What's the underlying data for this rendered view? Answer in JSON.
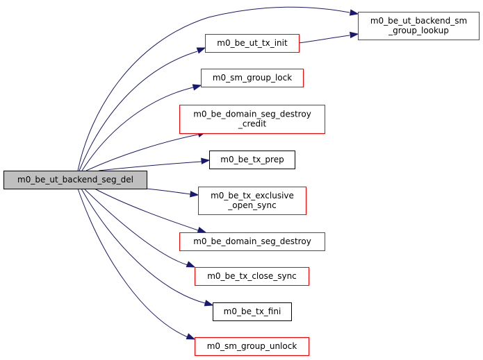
{
  "diagram": {
    "type": "call-graph",
    "colors": {
      "root_fill": "#bfbfbf",
      "root_border": "#000000",
      "node_fill": "#ffffff",
      "linked_border": "#ff0000",
      "plain_border": "#000000",
      "edge": "#191970"
    },
    "root": {
      "id": "root",
      "label_lines": [
        "m0_be_ut_backend_seg_del"
      ]
    },
    "nodes": [
      {
        "id": "sm_group_lookup",
        "label_lines": [
          "m0_be_ut_backend_sm",
          "_group_lookup"
        ],
        "border": "red"
      },
      {
        "id": "tx_init",
        "label_lines": [
          "m0_be_ut_tx_init"
        ],
        "border": "red"
      },
      {
        "id": "sm_group_lock",
        "label_lines": [
          "m0_sm_group_lock"
        ],
        "border": "red"
      },
      {
        "id": "domain_seg_destroy_credit",
        "label_lines": [
          "m0_be_domain_seg_destroy",
          "_credit"
        ],
        "border": "red"
      },
      {
        "id": "tx_prep",
        "label_lines": [
          "m0_be_tx_prep"
        ],
        "border": "black"
      },
      {
        "id": "tx_exclusive_open_sync",
        "label_lines": [
          "m0_be_tx_exclusive",
          "_open_sync"
        ],
        "border": "red"
      },
      {
        "id": "domain_seg_destroy",
        "label_lines": [
          "m0_be_domain_seg_destroy"
        ],
        "border": "red"
      },
      {
        "id": "tx_close_sync",
        "label_lines": [
          "m0_be_tx_close_sync"
        ],
        "border": "red"
      },
      {
        "id": "tx_fini",
        "label_lines": [
          "m0_be_tx_fini"
        ],
        "border": "black"
      },
      {
        "id": "sm_group_unlock",
        "label_lines": [
          "m0_sm_group_unlock"
        ],
        "border": "red"
      }
    ],
    "edges": [
      {
        "from": "root",
        "to": "sm_group_lookup"
      },
      {
        "from": "root",
        "to": "tx_init"
      },
      {
        "from": "root",
        "to": "sm_group_lock"
      },
      {
        "from": "root",
        "to": "domain_seg_destroy_credit"
      },
      {
        "from": "root",
        "to": "tx_prep"
      },
      {
        "from": "root",
        "to": "tx_exclusive_open_sync"
      },
      {
        "from": "root",
        "to": "domain_seg_destroy"
      },
      {
        "from": "root",
        "to": "tx_close_sync"
      },
      {
        "from": "root",
        "to": "tx_fini"
      },
      {
        "from": "root",
        "to": "sm_group_unlock"
      },
      {
        "from": "tx_init",
        "to": "sm_group_lookup"
      }
    ]
  }
}
